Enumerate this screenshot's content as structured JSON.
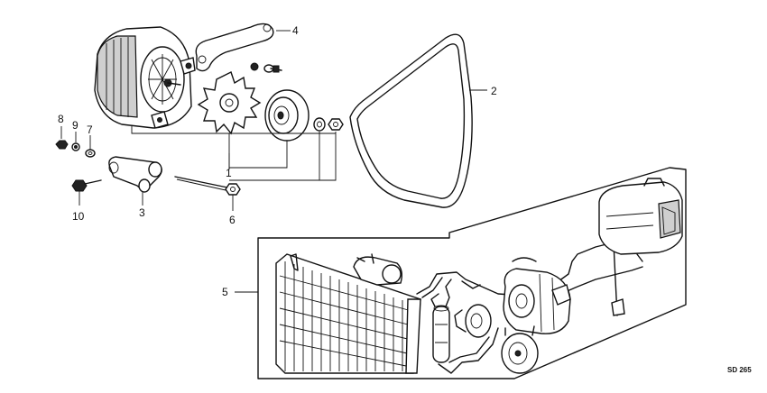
{
  "diagram": {
    "callouts": [
      {
        "id": "c1",
        "label": "1"
      },
      {
        "id": "c2",
        "label": "2"
      },
      {
        "id": "c3",
        "label": "3"
      },
      {
        "id": "c4",
        "label": "4"
      },
      {
        "id": "c5",
        "label": "5"
      },
      {
        "id": "c6",
        "label": "6"
      },
      {
        "id": "c7",
        "label": "7"
      },
      {
        "id": "c8",
        "label": "8"
      },
      {
        "id": "c9",
        "label": "9"
      },
      {
        "id": "c10",
        "label": "10"
      }
    ],
    "drawing_code": "SD 265"
  }
}
